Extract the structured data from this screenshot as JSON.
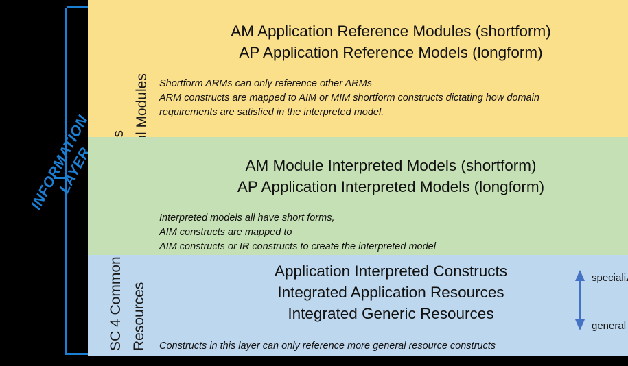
{
  "diagram": {
    "left_caption": "INFORMATION\nLAYER",
    "caption_color": "#1B7FD4",
    "bracket_color": "#1B7FD4",
    "background_color": "#000000"
  },
  "bands": [
    {
      "key": "application_reference",
      "fill": "#FBE08C",
      "spine": [
        "Application Modules",
        "Application Protocol Modules"
      ],
      "headlines": [
        "AM Application Reference Modules (shortform)",
        "AP Application Reference Models (longform)"
      ],
      "notes": [
        "Shortform ARMs can only reference other ARMs",
        "ARM constructs are mapped to AIM or MIM shortform constructs dictating how domain",
        "requirements are satisfied in the interpreted model."
      ]
    },
    {
      "key": "interpreted_models",
      "fill": "#C5E0B4",
      "spine": [],
      "headlines": [
        "AM Module Interpreted Models (shortform)",
        "AP Application Interpreted Models (longform)"
      ],
      "notes": [
        "Interpreted models all have short forms,",
        "AIM constructs are mapped to",
        "AIM constructs or IR constructs to create the interpreted model"
      ]
    },
    {
      "key": "common_resources",
      "fill": "#BDD7EE",
      "spine": [
        "SC 4 Common",
        "Resources"
      ],
      "headlines": [
        "Application Interpreted Constructs",
        "Integrated Application Resources",
        "Integrated Generic Resources"
      ],
      "notes": [
        "Constructs in this layer can only reference more general resource constructs"
      ]
    }
  ],
  "scale": {
    "top_label": "specialized",
    "bottom_label": "general",
    "arrow_color": "#4472C4"
  }
}
